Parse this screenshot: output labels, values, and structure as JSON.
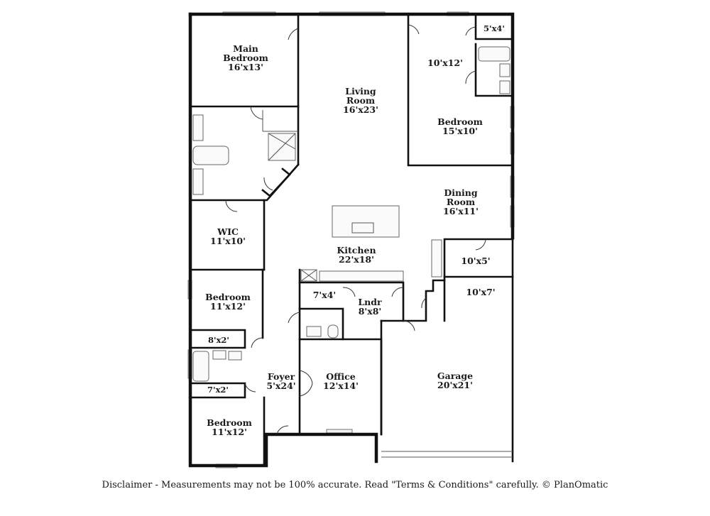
{
  "rooms": {
    "main_bedroom": {
      "name1": "Main",
      "name2": "Bedroom",
      "size": "16'x13'"
    },
    "living_room": {
      "name1": "Living",
      "name2": "Room",
      "size": "16'x23'"
    },
    "bedroom_ne_closet": {
      "size": "5'x4'"
    },
    "bedroom_ne_bath": {
      "size": "10'x12'"
    },
    "bedroom_ne": {
      "name": "Bedroom",
      "size": "15'x10'"
    },
    "dining_room": {
      "name1": "Dining",
      "name2": "Room",
      "size": "16'x11'"
    },
    "wic": {
      "name": "WIC",
      "size": "11'x10'"
    },
    "kitchen": {
      "name": "Kitchen",
      "size": "22'x18'"
    },
    "mud_room": {
      "size": "10'x5'"
    },
    "garage_storage": {
      "size": "10'x7'"
    },
    "bedroom_w1": {
      "name": "Bedroom",
      "size": "11'x12'"
    },
    "pantry": {
      "size": "7'x4'"
    },
    "laundry": {
      "name": "Lndr",
      "size": "8'x8'"
    },
    "closet_w1": {
      "size": "8'x2'"
    },
    "foyer": {
      "name": "Foyer",
      "size": "5'x24'"
    },
    "office": {
      "name": "Office",
      "size": "12'x14'"
    },
    "garage": {
      "name": "Garage",
      "size": "20'x21'"
    },
    "closet_w2": {
      "size": "7'x2'"
    },
    "bedroom_w2": {
      "name": "Bedroom",
      "size": "11'x12'"
    }
  },
  "disclaimer": "Disclaimer - Measurements may not be 100% accurate. Read \"Terms & Conditions\" carefully. © PlanOmatic"
}
